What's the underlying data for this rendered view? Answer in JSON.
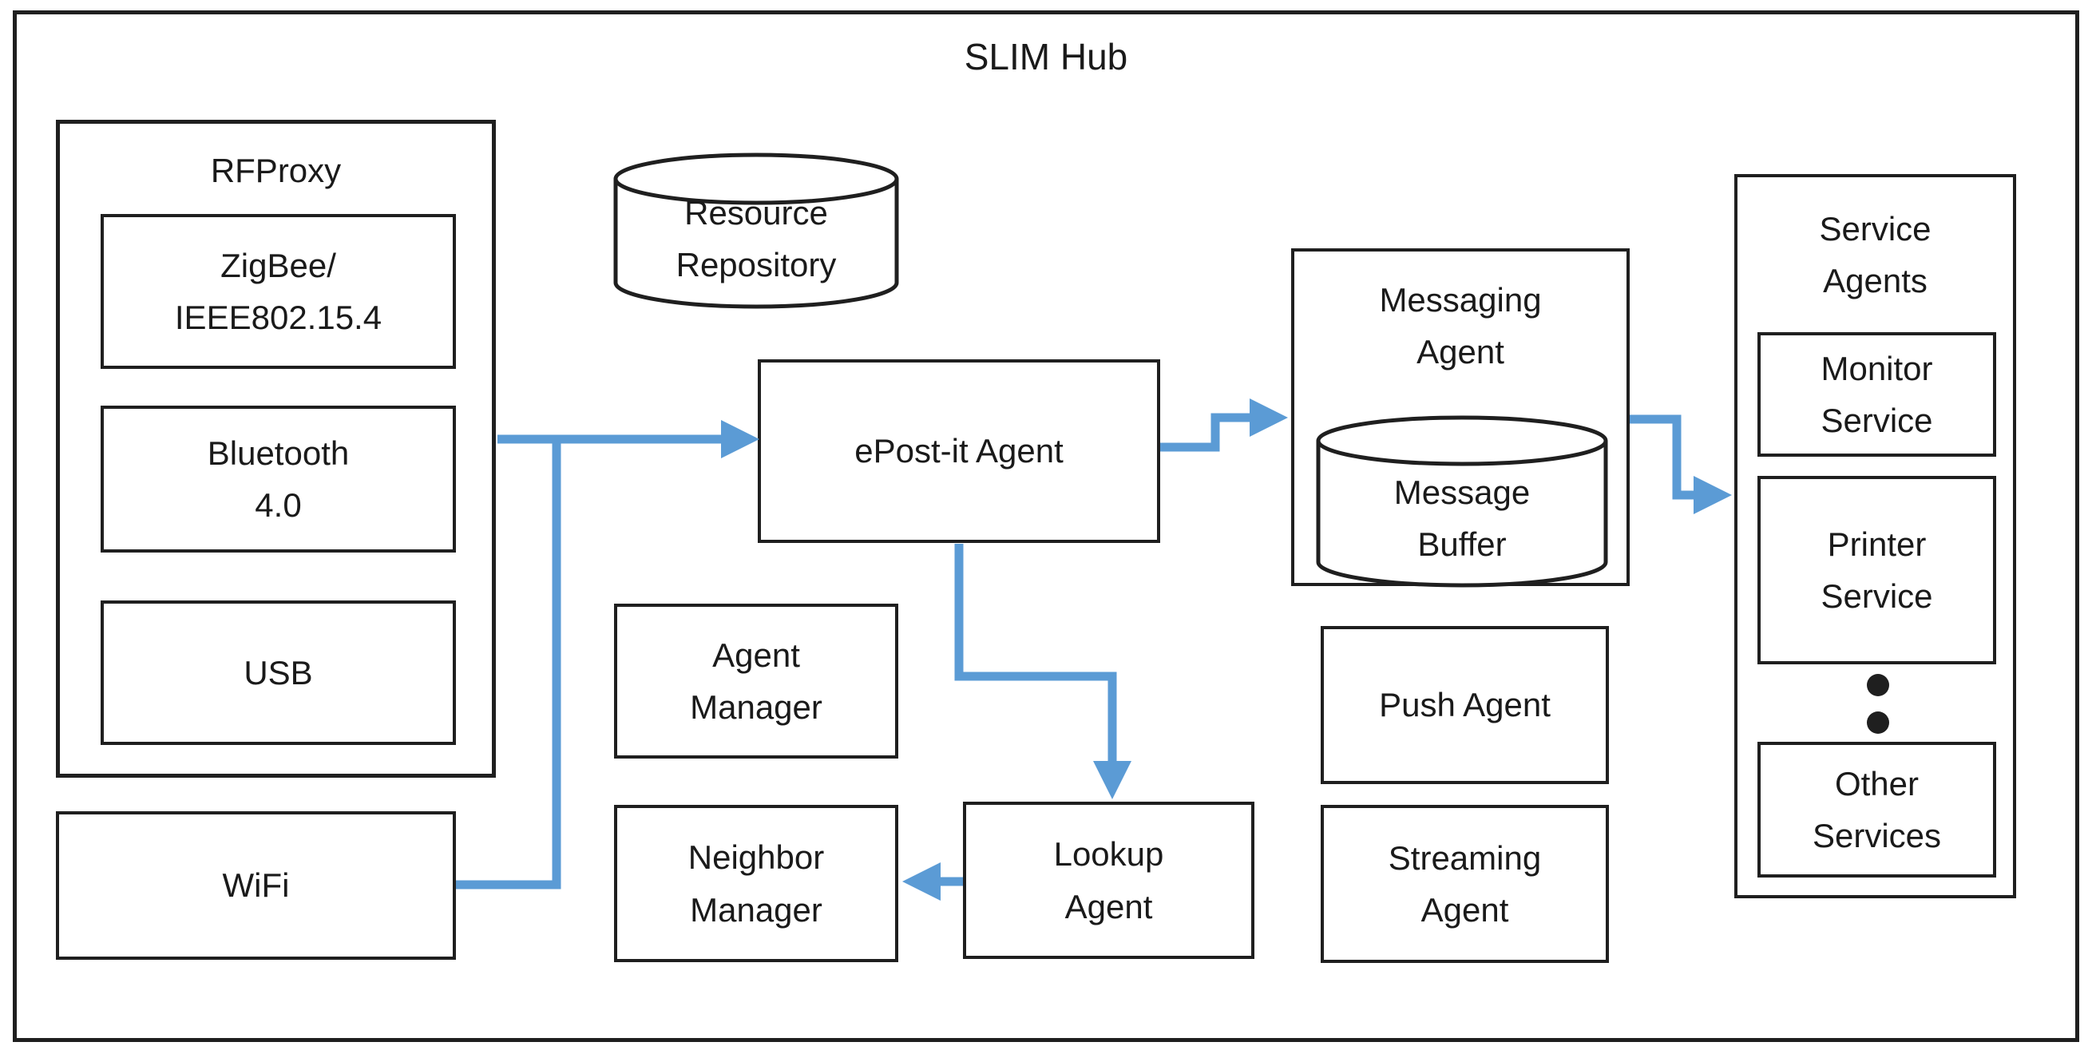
{
  "title": {
    "text": "SLIM Hub"
  },
  "colors": {
    "arrow_blue": "#5b9bd5",
    "ink_black": "#1f1f1f",
    "background": "#ffffff"
  },
  "nodes": {
    "rfproxy": {
      "label": "RFProxy",
      "type": "container"
    },
    "zigbee": {
      "label": "ZigBee/\nIEEE802.15.4",
      "type": "box"
    },
    "bluetooth": {
      "label": "Bluetooth\n4.0",
      "type": "box"
    },
    "usb": {
      "label": "USB",
      "type": "box"
    },
    "wifi": {
      "label": "WiFi",
      "type": "box"
    },
    "resource_repository": {
      "label": "Resource\nRepository",
      "type": "cylinder"
    },
    "epostit_agent": {
      "label": "ePost-it Agent",
      "type": "box"
    },
    "messaging_agent": {
      "label": "Messaging\nAgent",
      "type": "container"
    },
    "message_buffer": {
      "label": "Message\nBuffer",
      "type": "cylinder"
    },
    "agent_manager": {
      "label": "Agent\nManager",
      "type": "box"
    },
    "neighbor_manager": {
      "label": "Neighbor\nManager",
      "type": "box"
    },
    "lookup_agent": {
      "label": "Lookup\nAgent",
      "type": "box"
    },
    "push_agent": {
      "label": "Push Agent",
      "type": "box"
    },
    "streaming_agent": {
      "label": "Streaming\nAgent",
      "type": "box"
    },
    "service_agents": {
      "label": "Service\nAgents",
      "type": "container"
    },
    "monitor_service": {
      "label": "Monitor\nService",
      "type": "box"
    },
    "printer_service": {
      "label": "Printer\nService",
      "type": "box"
    },
    "ellipsis": {
      "label": "vertical-dots",
      "type": "icon"
    },
    "other_services": {
      "label": "Other\nServices",
      "type": "box"
    }
  },
  "edges": [
    {
      "from": "RFProxy",
      "to": "ePost-it Agent",
      "style": "arrow"
    },
    {
      "from": "WiFi",
      "to": "ePost-it Agent",
      "style": "joins RFProxy arrow"
    },
    {
      "from": "ePost-it Agent",
      "to": "Messaging Agent",
      "style": "arrow"
    },
    {
      "from": "Messaging Agent",
      "to": "Service Agents",
      "style": "arrow"
    },
    {
      "from": "ePost-it Agent",
      "to": "Lookup Agent",
      "style": "arrow"
    },
    {
      "from": "Lookup Agent",
      "to": "Neighbor Manager",
      "style": "arrow"
    }
  ]
}
